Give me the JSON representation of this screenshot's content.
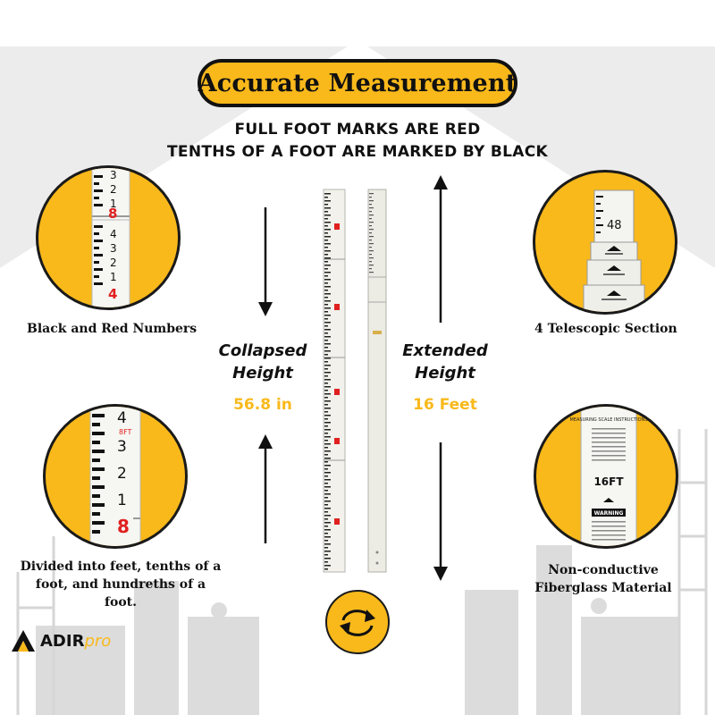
{
  "title": "Accurate Measurement",
  "subtitle_lines": [
    "FULL FOOT MARKS ARE RED",
    "TENTHS OF A FOOT ARE MARKED BY BLACK"
  ],
  "features": {
    "top_left": "Black and Red Numbers",
    "bottom_left": "Divided into feet, tenths of a foot, and hundreths of a foot.",
    "top_right": "4 Telescopic Section",
    "bottom_right": "Non-conductive Fiberglass Material"
  },
  "collapsed": {
    "label_line1": "Collapsed",
    "label_line2": "Height",
    "value": "56.8 in"
  },
  "extended": {
    "label_line1": "Extended",
    "label_line2": "Height",
    "value": "16 Feet"
  },
  "closeup_numbers": {
    "top_left": [
      "3",
      "2",
      "1",
      "8",
      "4",
      "3",
      "2",
      "1",
      "4"
    ],
    "bottom_left": [
      "4",
      "8FT",
      "3",
      "2",
      "1",
      "8"
    ],
    "top_right": "48"
  },
  "instruction_card": {
    "heading": "MEASURING SCALE INSTRUCTIONS",
    "length_mark": "16FT",
    "warning_label": "WARNING"
  },
  "logo": {
    "brand": "ADIR",
    "suffix": "pro"
  },
  "colors": {
    "accent": "#f9b91b",
    "text": "#111111",
    "red_mark": "#e02020",
    "rod": "#f1f0ea",
    "bg_silhouette": "#d9d9d9"
  },
  "icons": {
    "down_arrow": "down-arrow-icon",
    "up_arrow": "up-arrow-icon",
    "cycle": "cycle-arrows-icon",
    "logo_mark": "adir-logo-icon"
  }
}
